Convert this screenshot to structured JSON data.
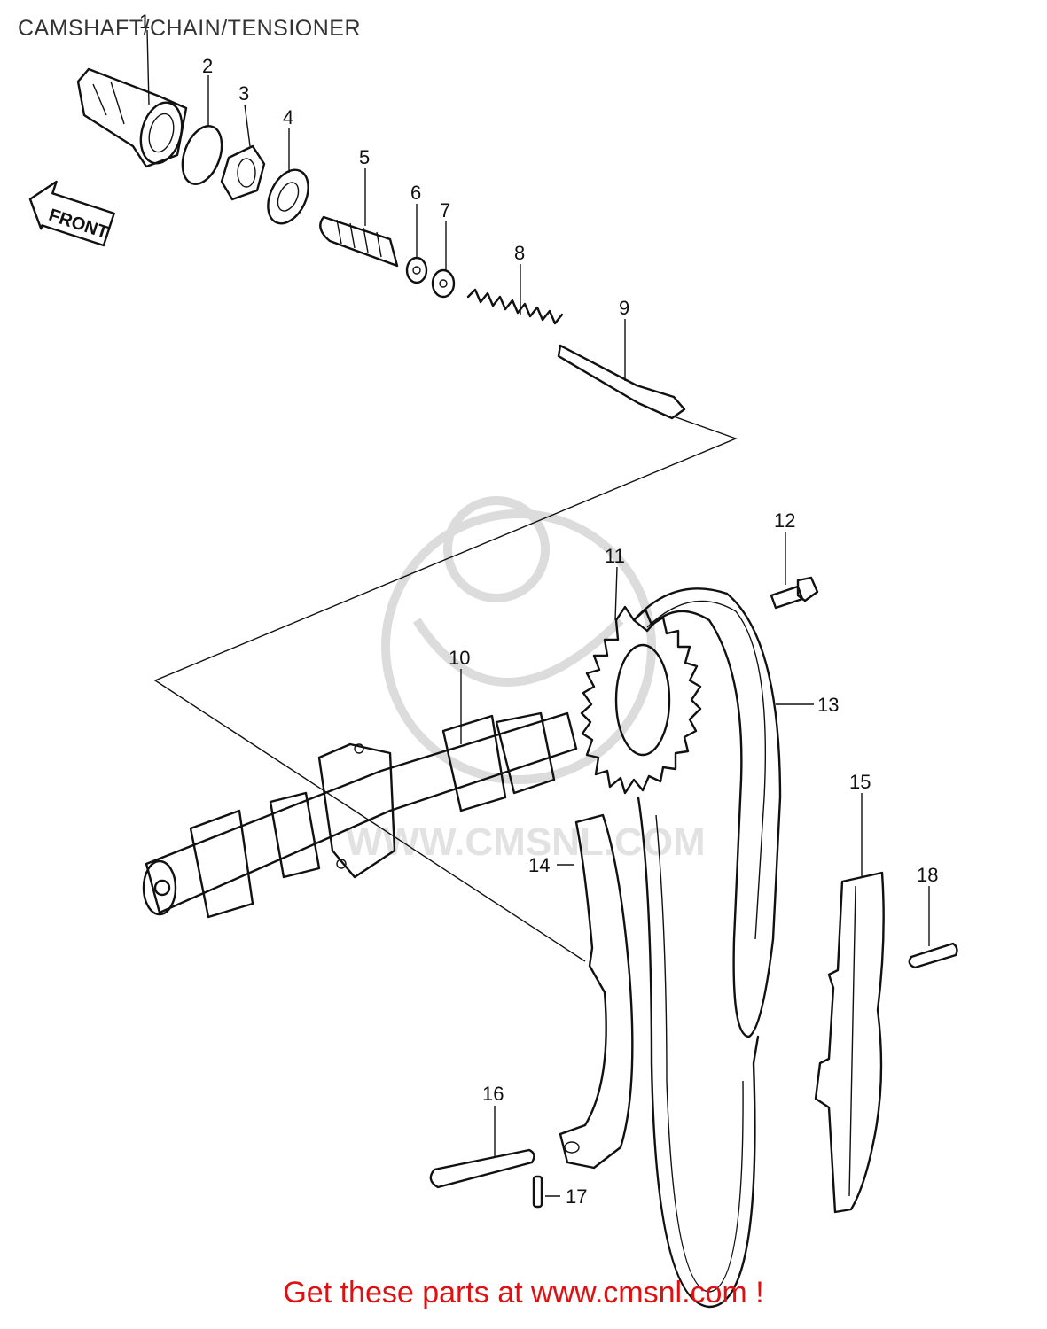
{
  "title": "CAMSHAFT/CHAIN/TENSIONER",
  "front_label": "FRONT",
  "watermark_text": "WWW.CMSNL.COM",
  "footer": "Get these parts at www.cmsnl.com !",
  "colors": {
    "footer_text": "#e01010",
    "line_art": "#111111",
    "watermark": "#dcdcdc"
  },
  "callouts": {
    "c1": "1",
    "c2": "2",
    "c3": "3",
    "c4": "4",
    "c5": "5",
    "c6": "6",
    "c7": "7",
    "c8": "8",
    "c9": "9",
    "c10": "10",
    "c11": "11",
    "c12": "12",
    "c13": "13",
    "c14": "14",
    "c15": "15",
    "c16": "16",
    "c17": "17",
    "c18": "18"
  }
}
